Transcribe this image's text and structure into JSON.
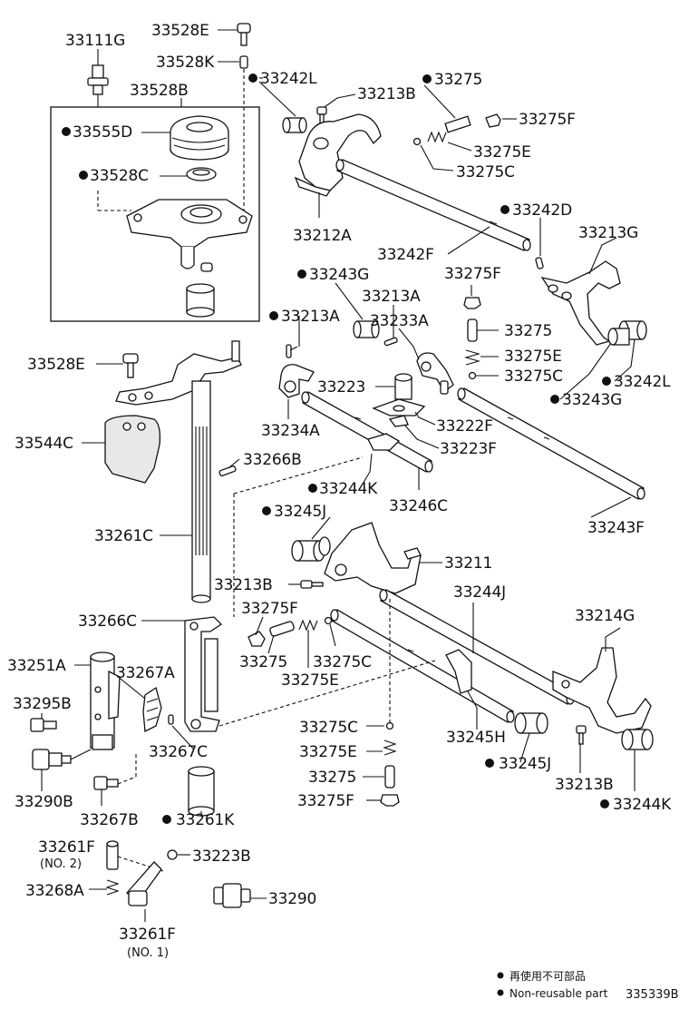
{
  "labels": {
    "p33111G": "33111G",
    "p33528E_top": "33528E",
    "p33528K": "33528K",
    "p33528B": "33528B",
    "p33555D": "33555D",
    "p33528C": "33528C",
    "p33242L_top": "33242L",
    "p33213B_top": "33213B",
    "p33275_top": "33275",
    "p33275F_top": "33275F",
    "p33275E_top": "33275E",
    "p33275C_top": "33275C",
    "p33212A": "33212A",
    "p33242F": "33242F",
    "p33242D": "33242D",
    "p33213G": "33213G",
    "p33275F_mid": "33275F",
    "p33243G": "33243G",
    "p33213A_mid": "33213A",
    "p33213A_left": "33213A",
    "p33233A": "33233A",
    "p33275_mid": "33275",
    "p33275E_mid": "33275E",
    "p33275C_mid": "33275C",
    "p33242L_right": "33242L",
    "p33243G_right": "33243G",
    "p33528E_left": "33528E",
    "p33223": "33223",
    "p33222F": "33222F",
    "p33223F": "33223F",
    "p33234A": "33234A",
    "p33544C": "33544C",
    "p33266B": "33266B",
    "p33244K": "33244K",
    "p33246C": "33246C",
    "p33245J_top": "33245J",
    "p33243F": "33243F",
    "p33261C": "33261C",
    "p33211": "33211",
    "p33213B_mid": "33213B",
    "p33244J": "33244J",
    "p33275F_low": "33275F",
    "p33266C": "33266C",
    "p33214G": "33214G",
    "p33275_low": "33275",
    "p33275C_low": "33275C",
    "p33275E_low": "33275E",
    "p33251A": "33251A",
    "p33267A": "33267A",
    "p33295B": "33295B",
    "p33267C": "33267C",
    "p33275C_bot": "33275C",
    "p33245H": "33245H",
    "p33275E_bot": "33275E",
    "p33245J_bot": "33245J",
    "p33275_bot": "33275",
    "p33213B_bot": "33213B",
    "p33290B": "33290B",
    "p33275F_bot": "33275F",
    "p33244K_bot": "33244K",
    "p33267B": "33267B",
    "p33261K": "33261K",
    "p33261F_no2": "33261F",
    "no2": "(NO. 2)",
    "p33223B": "33223B",
    "p33268A": "33268A",
    "p33290": "33290",
    "p33261F_no1": "33261F",
    "no1": "(NO. 1)"
  },
  "legend": {
    "jp": "再使用不可部品",
    "en": "Non-reusable part"
  },
  "diagram_code": "335339B"
}
